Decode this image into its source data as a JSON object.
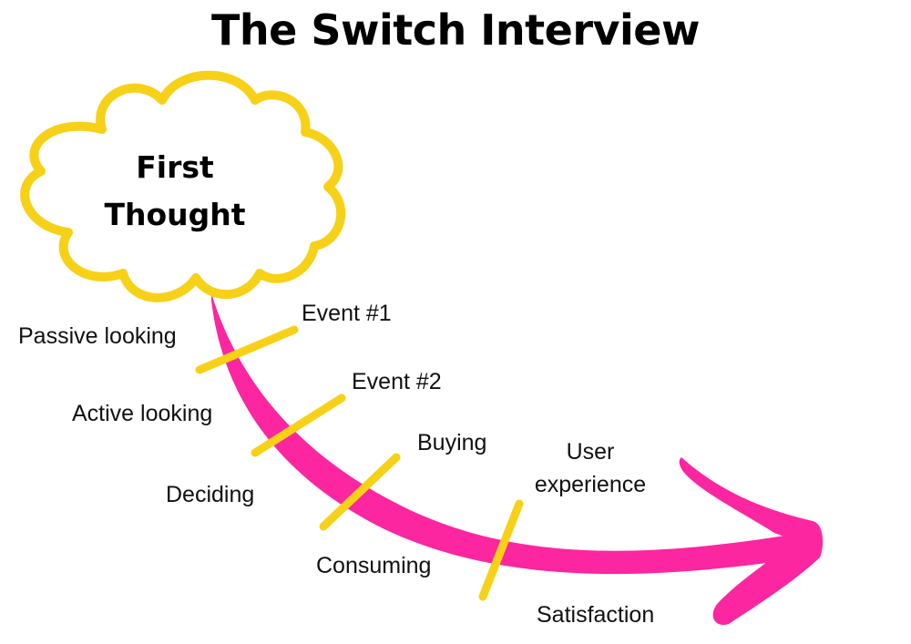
{
  "title": "The Switch Interview",
  "cloud": {
    "line1": "First",
    "line2": "Thought"
  },
  "stages": {
    "passive_looking": "Passive looking",
    "active_looking": "Active looking",
    "deciding": "Deciding",
    "consuming": "Consuming",
    "satisfaction": "Satisfaction"
  },
  "events": {
    "event1": "Event #1",
    "event2": "Event #2",
    "buying": "Buying",
    "user_experience_line1": "User",
    "user_experience_line2": "experience"
  },
  "colors": {
    "cloud_outline": "#F7D117",
    "arrow": "#FB26A0",
    "tick": "#F7D117",
    "text": "#000000"
  }
}
